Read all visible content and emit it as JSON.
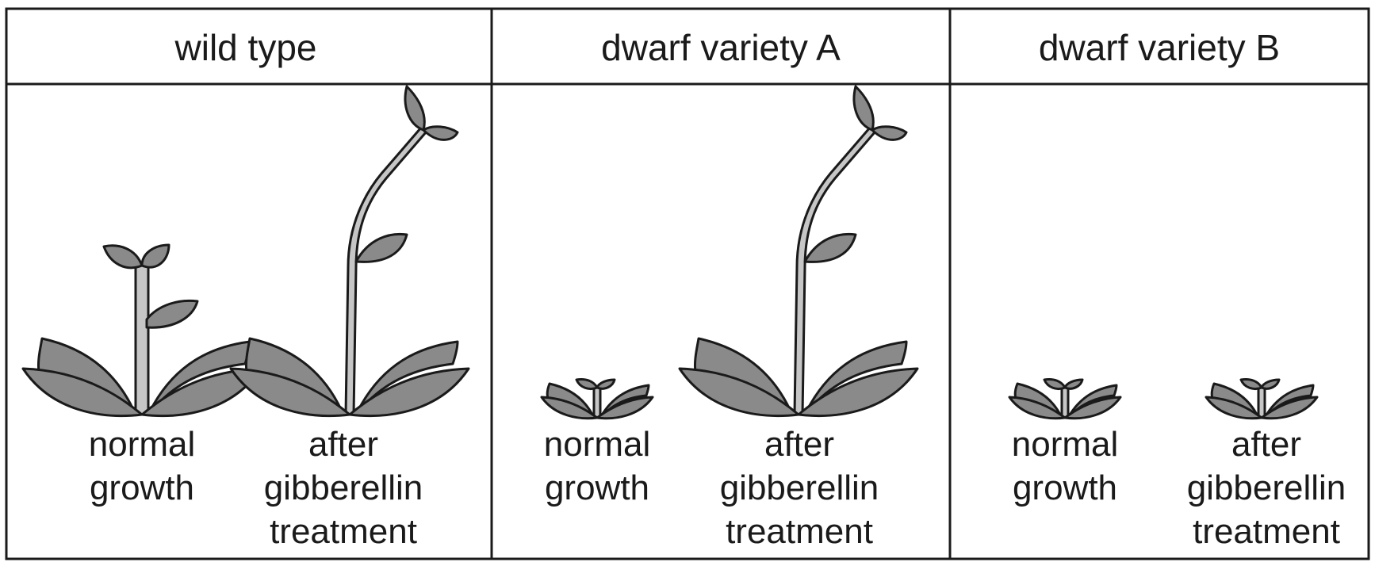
{
  "colors": {
    "outline": "#1a1a1a",
    "leaf": "#8a8a8a",
    "stem_light": "#c6c6c6",
    "background": "#ffffff"
  },
  "columns": [
    {
      "header": "wild type",
      "plants": [
        {
          "state": "normal",
          "size": "tall",
          "label_lines": [
            "normal",
            "growth"
          ]
        },
        {
          "state": "treated",
          "size": "very-tall",
          "label_lines": [
            "after",
            "gibberellin",
            "treatment"
          ]
        }
      ]
    },
    {
      "header": "dwarf variety A",
      "plants": [
        {
          "state": "normal",
          "size": "dwarf",
          "label_lines": [
            "normal",
            "growth"
          ]
        },
        {
          "state": "treated",
          "size": "very-tall",
          "label_lines": [
            "after",
            "gibberellin",
            "treatment"
          ]
        }
      ]
    },
    {
      "header": "dwarf variety B",
      "plants": [
        {
          "state": "normal",
          "size": "dwarf",
          "label_lines": [
            "normal",
            "growth"
          ]
        },
        {
          "state": "treated",
          "size": "dwarf",
          "label_lines": [
            "after",
            "gibberellin",
            "treatment"
          ]
        }
      ]
    }
  ]
}
